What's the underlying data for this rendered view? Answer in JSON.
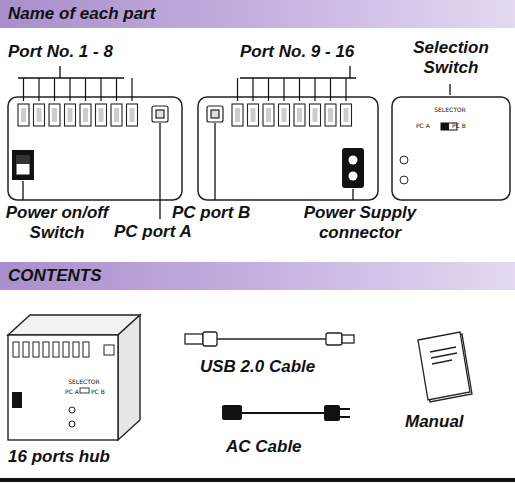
{
  "diagram": {
    "nodes": [
      {
        "text": [
          "Name of each part"
        ]
      },
      {
        "text": [
          "SELECTOR",
          "PC A",
          "PC B"
        ]
      },
      {
        "text": [
          "CONTENTS"
        ]
      },
      {
        "text": [
          "SELECTOR",
          "PC A",
          "PC B"
        ]
      }
    ],
    "edges": [],
    "labels": [
      "Port No. 1 - 8",
      "Port No. 9 - 16",
      "Selection Switch",
      "Power on/off Switch",
      "PC port A",
      "PC port B",
      "Power Supply connector",
      "16 ports hub",
      "USB 2.0 Cable",
      "AC Cable",
      "Manual"
    ]
  }
}
